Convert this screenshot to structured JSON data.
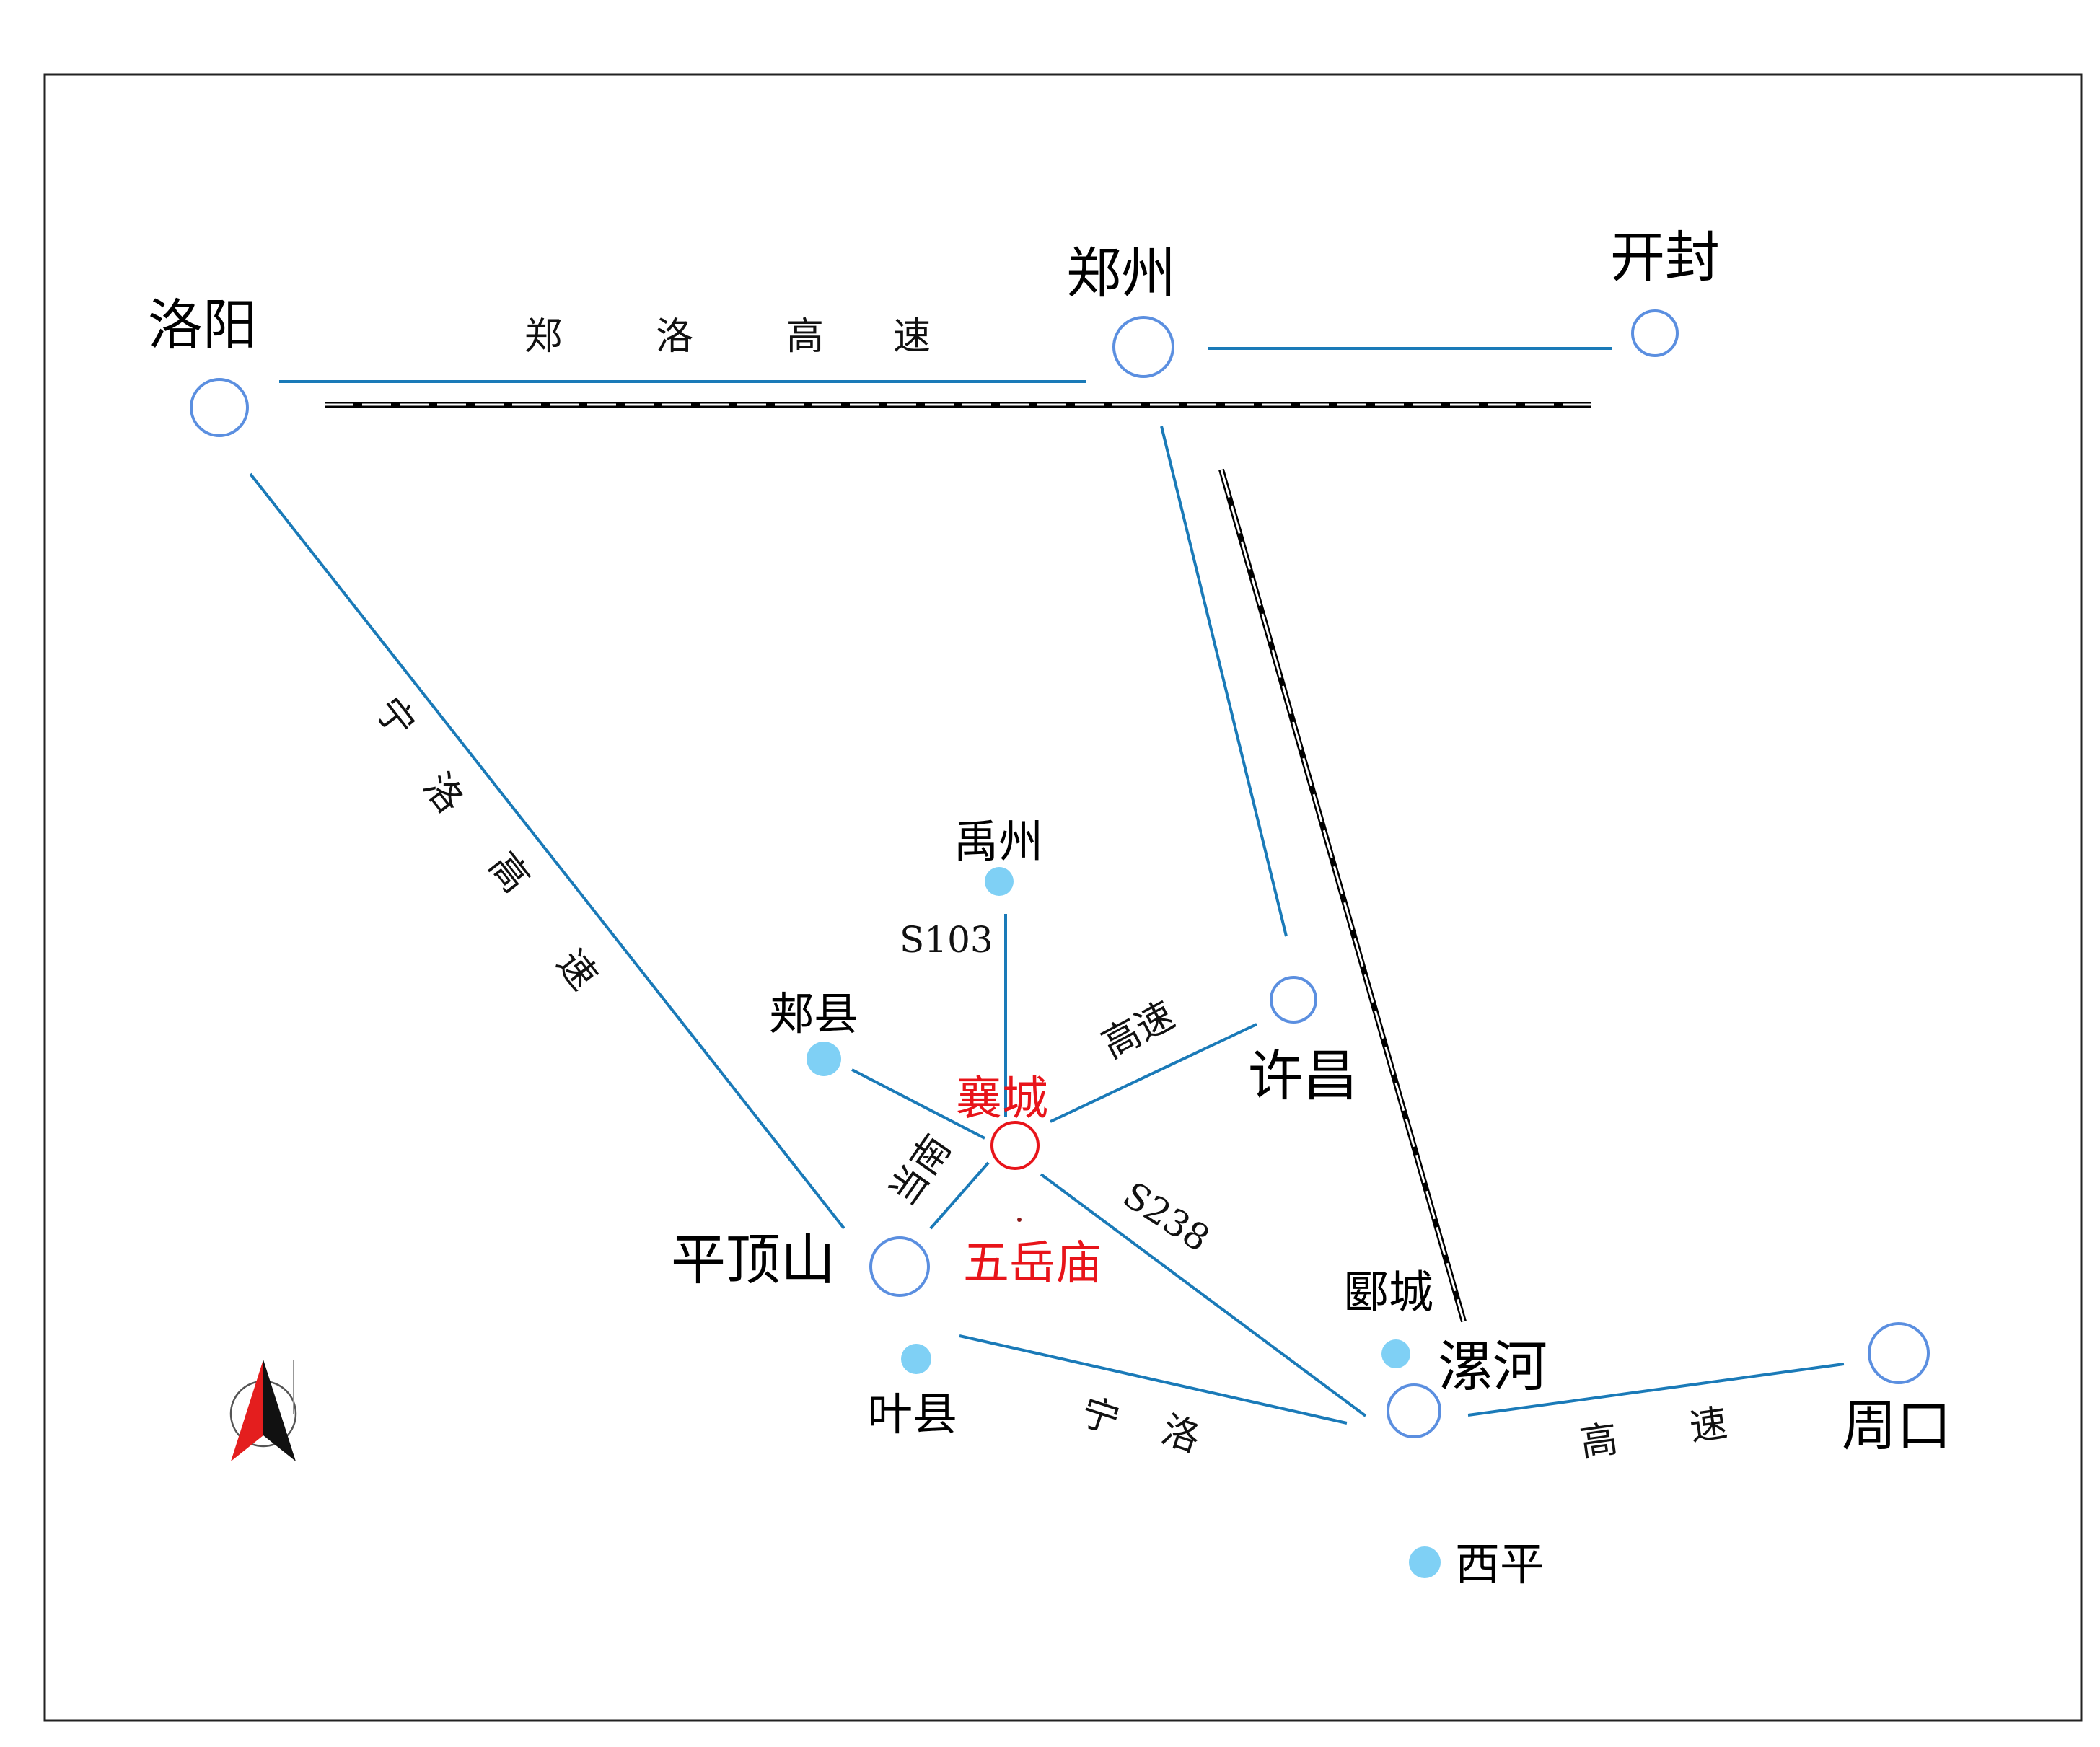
{
  "colors": {
    "road": "#1a7ab8",
    "major_city_ring": "#5b8fe0",
    "minor_city_dot": "#7fd0f5",
    "highlight": "#e8141a",
    "text": "#000000",
    "railway": "#000000"
  },
  "cities": {
    "luoyang": "洛阳",
    "zhengzhou": "郑州",
    "kaifeng": "开封",
    "xuchang": "许昌",
    "pingdingshan": "平顶山",
    "luohe": "漯河",
    "zhoukou": "周口",
    "yuzhou": "禹州",
    "jiaxian": "郏县",
    "yexian": "叶县",
    "yancheng": "郾城",
    "xiping": "西平",
    "xiangcheng": "襄城",
    "wuyuemiao": "五岳庙"
  },
  "road_labels": {
    "zhengluo": [
      "郑",
      "洛",
      "高",
      "速"
    ],
    "ningluo_nw": [
      "宁",
      "洛",
      "高",
      "速"
    ],
    "ningluo_s": [
      "宁",
      "洛"
    ],
    "gaosu_e": [
      "高",
      "速"
    ],
    "gaosu_xuchang": "高速",
    "dangnan": "当南",
    "s103": "S103",
    "s238": "S238"
  },
  "icons": {
    "north_arrow": "north-arrow-icon"
  }
}
